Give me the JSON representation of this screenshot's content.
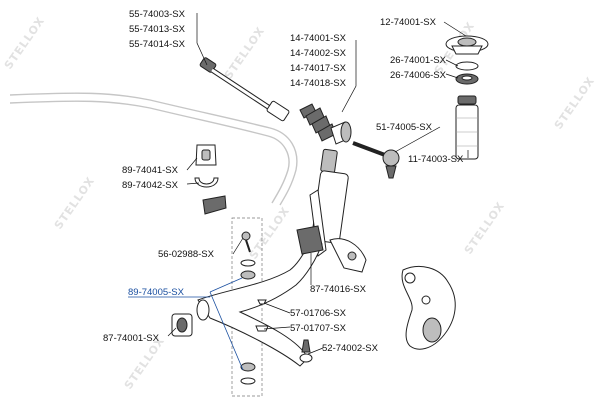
{
  "watermark": "STELLOX",
  "labels": {
    "l55_74003": "55-74003-SX",
    "l55_74013": "55-74013-SX",
    "l55_74014": "55-74014-SX",
    "l14_74001": "14-74001-SX",
    "l14_74002": "14-74002-SX",
    "l14_74017": "14-74017-SX",
    "l14_74018": "14-74018-SX",
    "l12_74001": "12-74001-SX",
    "l26_74001": "26-74001-SX",
    "l26_74006": "26-74006-SX",
    "l51_74005": "51-74005-SX",
    "l11_74003": "11-74003-SX",
    "l89_74041": "89-74041-SX",
    "l89_74042": "89-74042-SX",
    "l56_02988": "56-02988-SX",
    "l89_74005": "89-74005-SX",
    "l87_74016": "87-74016-SX",
    "l57_01706": "57-01706-SX",
    "l57_01707": "57-01707-SX",
    "l87_74001": "87-74001-SX",
    "l52_74002": "52-74002-SX"
  },
  "colors": {
    "highlight": "#1a4fa0",
    "text": "#111111",
    "watermark": "#e2e2e2"
  }
}
